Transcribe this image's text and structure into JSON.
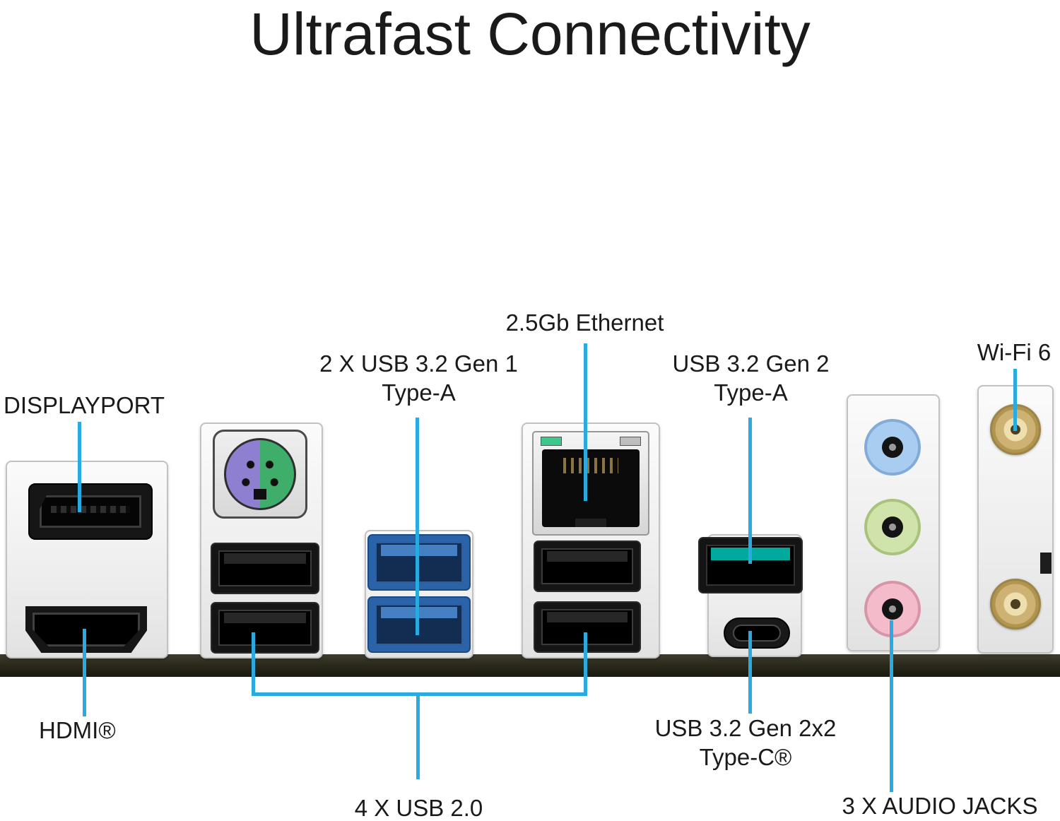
{
  "title": "Ultrafast Connectivity",
  "colors": {
    "accent": "#29abe2",
    "pcb": "#282718",
    "usb3-blue": "#2a63a8",
    "usb-teal": "#00a99d",
    "ps2-purple": "#8f7fd0",
    "ps2-green": "#3fae6a",
    "jack-blue": "#a9cdf0",
    "jack-green": "#cfe3ab",
    "jack-pink": "#f4bccb",
    "gold": "#cdb273"
  },
  "labels": {
    "displayport": "DISPLAYPORT",
    "hdmi": "HDMI®",
    "usb32_gen1": "2 X USB 3.2 Gen 1\nType-A",
    "ethernet": "2.5Gb Ethernet",
    "usb32_gen2_typea": "USB 3.2 Gen 2\nType-A",
    "usb32_gen2x2_typec": "USB 3.2 Gen 2x2\nType-C®",
    "wifi6": "Wi-Fi 6",
    "audio_jacks": "3 X AUDIO JACKS",
    "usb20": "4 X USB 2.0"
  }
}
